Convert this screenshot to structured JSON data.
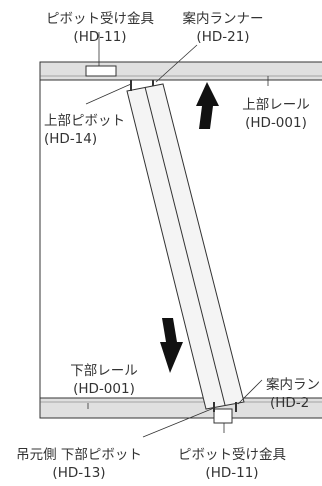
{
  "labels": {
    "pivot_receiver_top": {
      "name": "ピボット受け金具",
      "code": "(HD-11)"
    },
    "guide_runner_top": {
      "name": "案内ランナー",
      "code": "(HD-21)"
    },
    "upper_rail": {
      "name": "上部レール",
      "code": "(HD-001)"
    },
    "upper_pivot": {
      "name": "上部ピボット",
      "code": "(HD-14)"
    },
    "lower_rail": {
      "name": "下部レール",
      "code": "(HD-001)"
    },
    "guide_runner_bottom": {
      "name": "案内ラン",
      "code": "(HD-2"
    },
    "lower_pivot": {
      "name": "吊元側 下部ピボット",
      "code": "(HD-13)"
    },
    "pivot_receiver_bottom": {
      "name": "ピボット受け金具",
      "code": "(HD-11)"
    }
  },
  "colors": {
    "rail_fill": "#e0e0e0",
    "panel_fill": "#f4f4f4",
    "line": "#333333",
    "arrow": "#111111"
  },
  "icons": {
    "up_arrow": "arrow-up-icon",
    "down_arrow": "arrow-down-icon"
  }
}
